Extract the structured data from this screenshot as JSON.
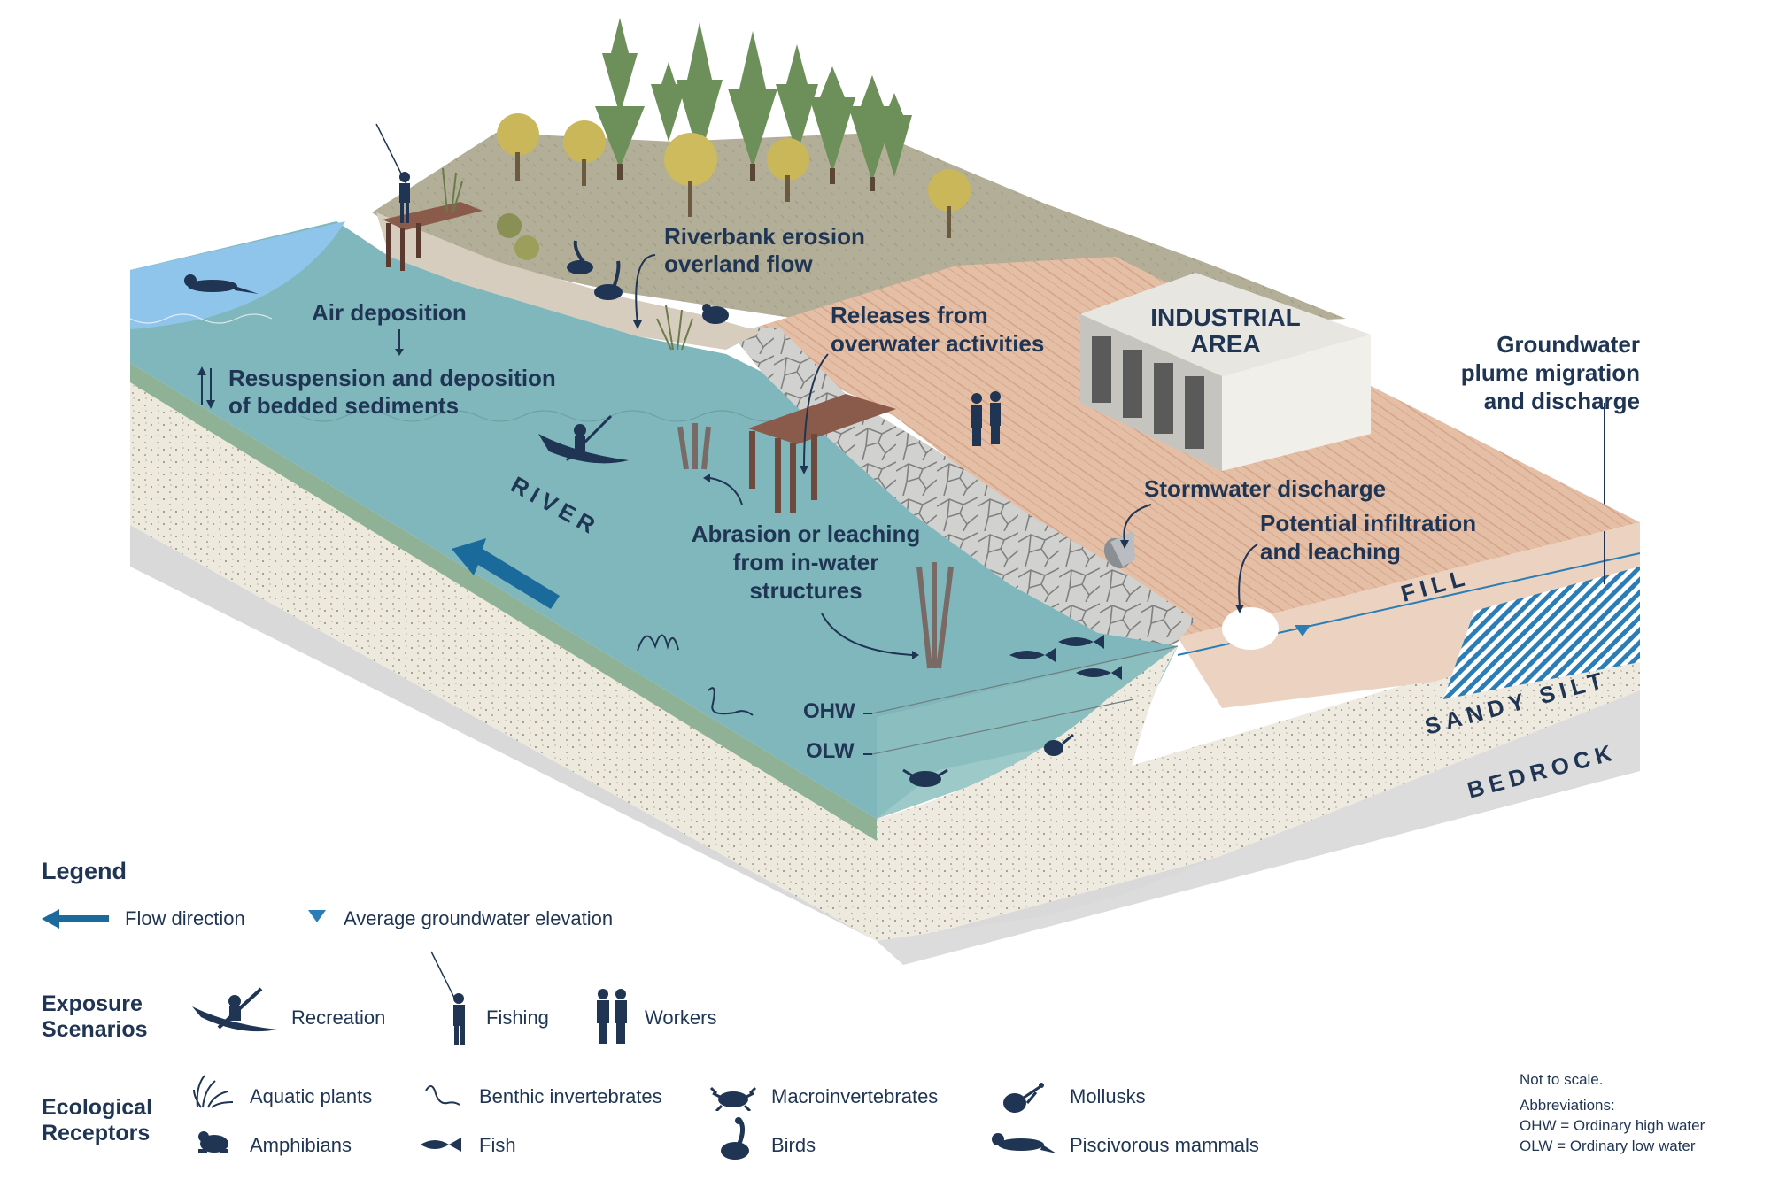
{
  "labels": {
    "air_deposition": "Air deposition",
    "resuspension_1": "Resuspension and deposition",
    "resuspension_2": "of bedded sediments",
    "riverbank_1": "Riverbank erosion",
    "riverbank_2": "overland flow",
    "releases_1": "Releases from",
    "releases_2": "overwater activities",
    "industrial_1": "INDUSTRIAL",
    "industrial_2": "AREA",
    "groundwater_1": "Groundwater",
    "groundwater_2": "plume migration",
    "groundwater_3": "and discharge",
    "stormwater": "Stormwater discharge",
    "infiltration_1": "Potential infiltration",
    "infiltration_2": "and leaching",
    "abrasion_1": "Abrasion or leaching",
    "abrasion_2": "from in-water",
    "abrasion_3": "structures",
    "river": "RIVER",
    "ohw": "OHW",
    "olw": "OLW",
    "fill": "FILL",
    "sandy_silt": "SANDY SILT",
    "bedrock": "BEDROCK"
  },
  "legend": {
    "title": "Legend",
    "flow_direction": "Flow direction",
    "groundwater_elevation": "Average groundwater elevation",
    "exposure_title_1": "Exposure",
    "exposure_title_2": "Scenarios",
    "recreation": "Recreation",
    "fishing": "Fishing",
    "workers": "Workers",
    "ecological_title_1": "Ecological",
    "ecological_title_2": "Receptors",
    "aquatic_plants": "Aquatic plants",
    "benthic_invertebrates": "Benthic invertebrates",
    "macroinvertebrates": "Macroinvertebrates",
    "mollusks": "Mollusks",
    "amphibians": "Amphibians",
    "fish": "Fish",
    "birds": "Birds",
    "piscivorous_mammals": "Piscivorous mammals"
  },
  "notes": {
    "scale": "Not to scale.",
    "abbr_title": "Abbreviations:",
    "ohw_def": "OHW = Ordinary high water",
    "olw_def": "OLW = Ordinary low water"
  },
  "colors": {
    "text": "#1f3553",
    "water": "#7fb6bb",
    "sky_water": "#8fc3e6",
    "grass": "#b1ad95",
    "industrial_ground": "#e5bea6",
    "sediment": "#8fb197",
    "sand": "#efeadf",
    "bedrock": "#dcdcdc",
    "flow_arrow": "#1b6a9c",
    "plume": "#2b7db5"
  },
  "icons": [
    "flow-arrow-icon",
    "groundwater-triangle-icon",
    "kayak-icon",
    "fisher-icon",
    "workers-icon",
    "aquatic-plant-icon",
    "benthic-worm-icon",
    "crab-icon",
    "mollusk-icon",
    "frog-icon",
    "fish-icon",
    "bird-icon",
    "otter-icon"
  ]
}
